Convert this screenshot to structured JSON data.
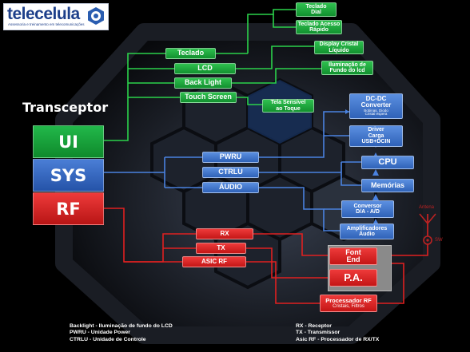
{
  "logo": {
    "name": "telecelula",
    "tagline": "Assessoria e treinamento em telecomunicações"
  },
  "title": "Transceptor",
  "blocks": {
    "ui": "UI",
    "sys": "SYS",
    "rf": "RF"
  },
  "ui_modules": {
    "teclado": "Teclado",
    "lcd": "LCD",
    "back_light": "Back Light",
    "touch_screen": "Touch Screen",
    "teclado_dial": [
      "Teclado",
      "Dial"
    ],
    "teclado_acesso": [
      "Teclado Acesso",
      "Rápido"
    ],
    "display_cristal": [
      "Display Cristal",
      "Líquido"
    ],
    "iluminacao": [
      "Iluminação de",
      "Fundo do lcd"
    ],
    "tela_sensivel": [
      "Tela Sensível",
      "ao Toque"
    ]
  },
  "sys_modules": {
    "pwru": "PWRU",
    "ctrlu": "CTRLU",
    "audio": "ÁUDIO",
    "dcdc": [
      "DC-DC",
      "Converter"
    ],
    "dcdc_sub": [
      "Bobinas, Diodo",
      "Cristal espera"
    ],
    "driver": [
      "Driver",
      "Carga",
      "USB+DCIN"
    ],
    "cpu": "CPU",
    "memorias": "Memórias",
    "conversor": [
      "Conversor",
      "D/A - A/D"
    ],
    "amplificadores": [
      "Amplificadores",
      "Áudio"
    ]
  },
  "rf_modules": {
    "rx": "RX",
    "tx": "TX",
    "asic_rf": "ASIC RF",
    "front_end": [
      "Font",
      "End"
    ],
    "pa": "P.A.",
    "processador": [
      "Processador RF"
    ],
    "processador_sub": "Cristais, Filtros"
  },
  "antenna": {
    "label": "Antena",
    "switch": "SW"
  },
  "legend_left": [
    "Backlight - Iluminação de fundo do LCD",
    "PWRU - Unidade Power",
    "CTRLU - Unidade de Controle"
  ],
  "legend_right": [
    "RX - Receptor",
    "TX - Transmissor",
    "Asic RF - Processador de RX/TX"
  ],
  "colors": {
    "green": "#1aa83c",
    "blue": "#3a6fc8",
    "red": "#d81e1e",
    "line_green": "#2bd24b",
    "line_blue": "#4a82e0",
    "line_red": "#e02020"
  }
}
